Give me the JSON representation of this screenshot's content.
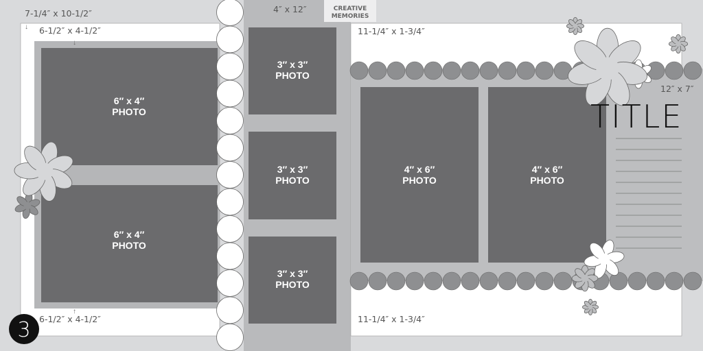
{
  "labels": {
    "mat_left": "7-1/4″ x 10-1/2″",
    "mat_top": "6-1/2″ x 4-1/2″",
    "mat_bottom": "6-1/2″ x 4-1/2″",
    "center_strip": "4″ x 12″",
    "border_top": "11-1/4″ x 1-3/4″",
    "border_bottom": "11-1/4″ x 1-3/4″",
    "panel_right": "12″ x 7″"
  },
  "logo": {
    "line1": "CREATIVE",
    "line2": "MEMORIES"
  },
  "photos": {
    "p1": {
      "size": "6″ x 4″",
      "label": "PHOTO"
    },
    "p2": {
      "size": "6″ x 4″",
      "label": "PHOTO"
    },
    "p3": {
      "size": "3″ x 3″",
      "label": "PHOTO"
    },
    "p4": {
      "size": "3″ x 3″",
      "label": "PHOTO"
    },
    "p5": {
      "size": "3″ x 3″",
      "label": "PHOTO"
    },
    "p6": {
      "size": "4″ x 6″",
      "label": "PHOTO"
    },
    "p7": {
      "size": "4″ x 6″",
      "label": "PHOTO"
    }
  },
  "title": "TITLE",
  "page_number": "3",
  "colors": {
    "page": "#d9dadc",
    "mat": "#b5b6b8",
    "photo": "#6b6b6d",
    "circle": "#8e8f91",
    "white": "#ffffff"
  }
}
